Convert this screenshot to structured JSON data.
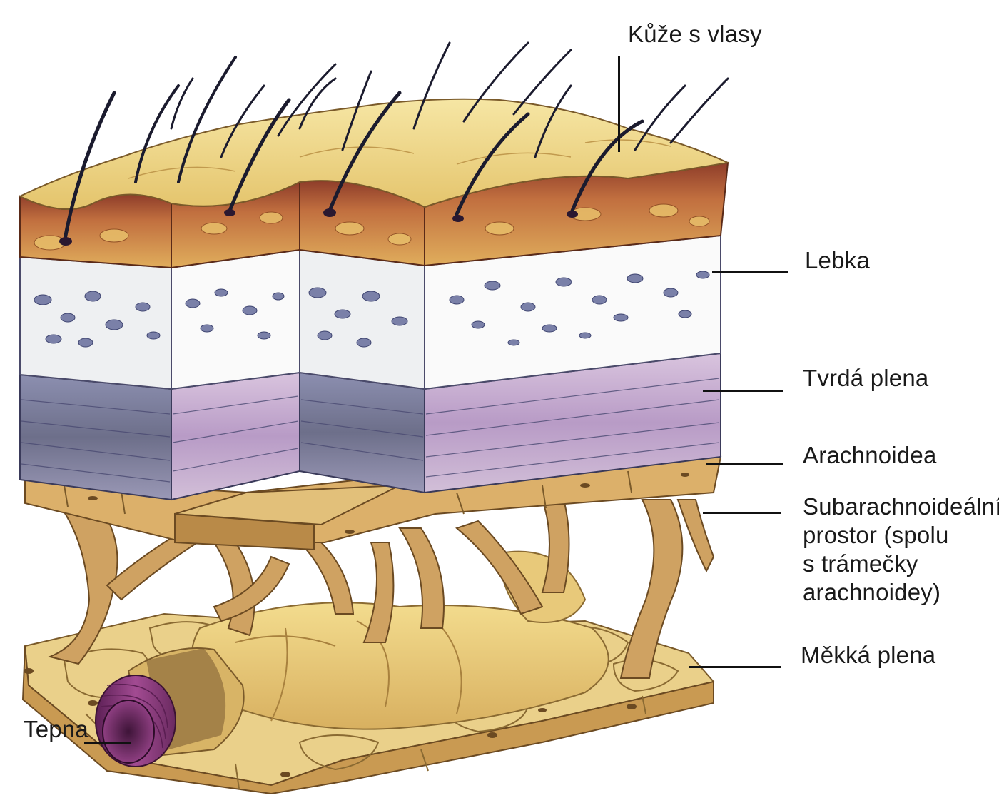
{
  "labels": {
    "skin_hair": "Kůže s vlasy",
    "skull": "Lebka",
    "dura_mater": "Tvrdá plena",
    "arachnoid": "Arachnoidea",
    "subarachnoid_line1": "Subarachnoideální",
    "subarachnoid_line2": "prostor (spolu",
    "subarachnoid_line3": "s trámečky",
    "subarachnoid_line4": "arachnoidey)",
    "pia_mater": "Měkká plena",
    "artery": "Tepna"
  },
  "colors": {
    "skin_top": "#efd98a",
    "skin_dermis": "#b5623c",
    "hair": "#1b1b2e",
    "bone": "#f4f2ee",
    "bone_pores": "#6a6f95",
    "dura_dark": "#6d6f8a",
    "dura_light": "#c7aed0",
    "arachnoid": "#dcb06a",
    "trabeculae": "#cfa262",
    "pia": "#efd98a",
    "artery": "#8a3b7a"
  }
}
